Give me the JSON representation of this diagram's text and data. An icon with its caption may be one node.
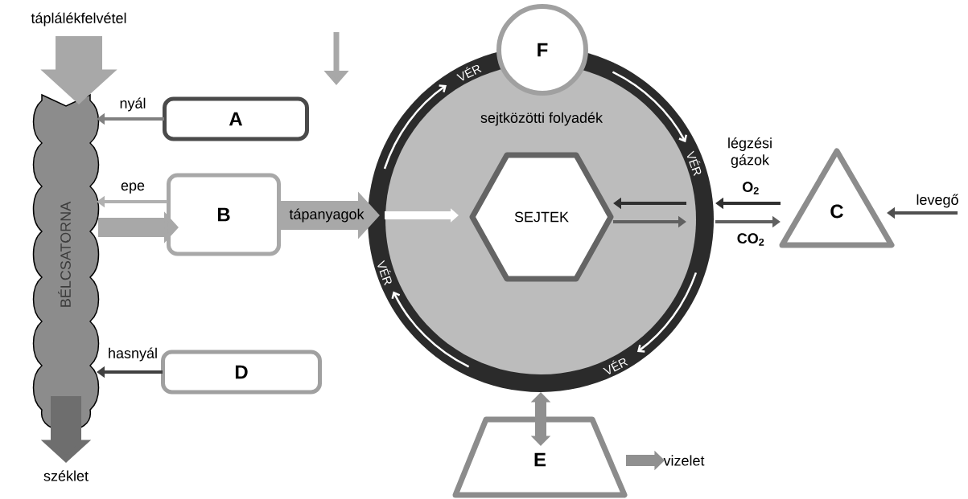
{
  "diagram": {
    "nodes": [
      {
        "text": [
          "BÉLCSATORNA"
        ]
      },
      {
        "text": [
          "A"
        ]
      },
      {
        "text": [
          "B"
        ]
      },
      {
        "text": [
          "D"
        ]
      },
      {
        "text": [
          "sejtközötti folyadék"
        ]
      },
      {
        "text": [
          "F"
        ]
      },
      {
        "text": [
          "SEJTEK"
        ],
        "in": 4
      },
      {
        "text": [
          "C"
        ]
      },
      {
        "text": [
          "E"
        ]
      },
      {
        "text": [
          "táplálékfelvétel"
        ]
      },
      {
        "text": [
          "széklet"
        ]
      },
      {
        "text": [
          "levegő"
        ]
      },
      {
        "text": [
          "vizelet"
        ]
      }
    ],
    "edges": [
      {
        "from": 9,
        "to": 0,
        "arrow": "to",
        "style": "thick",
        "color": "#a8a8a8"
      },
      {
        "from": 0,
        "to": 10,
        "arrow": "to",
        "style": "thick",
        "color": "#6e6e6e"
      },
      {
        "from": 1,
        "to": 0,
        "arrow": "to",
        "label": "nyál",
        "color": "#808080"
      },
      {
        "from": 2,
        "to": 0,
        "arrow": "to",
        "label": "epe",
        "color": "#b0b0b0"
      },
      {
        "from": 0,
        "to": 2,
        "arrow": "to",
        "style": "thick",
        "color": "#a8a8a8"
      },
      {
        "from": 2,
        "to": 4,
        "arrow": "to",
        "label": "tápanyagok",
        "style": "thick",
        "color": "#a8a8a8"
      },
      {
        "from": 3,
        "to": 0,
        "arrow": "to",
        "label": "hasnyál",
        "color": "#404040"
      },
      {
        "from": 4,
        "to": 6,
        "arrow": "to",
        "style": "thick",
        "color": "#ffffff"
      },
      {
        "from": 4,
        "to": 6,
        "arrow": "to",
        "color": "#303030"
      },
      {
        "from": 6,
        "to": 4,
        "arrow": "to",
        "color": "#606060"
      },
      {
        "from": 7,
        "to": 4,
        "arrow": "to",
        "label": "O$_{2}$",
        "color": "#303030"
      },
      {
        "from": 4,
        "to": 7,
        "arrow": "to",
        "label": "CO$_{2}$",
        "color": "#606060"
      },
      {
        "from": 11,
        "to": 7,
        "arrow": "to",
        "color": "#505050"
      },
      {
        "from": 4,
        "to": 8,
        "arrow": "both",
        "style": "thick",
        "color": "#909090"
      },
      {
        "from": 8,
        "to": 12,
        "arrow": "to",
        "style": "thick",
        "color": "#909090"
      }
    ],
    "labels": [
      "légzési gázok",
      "VÉR",
      "VÉR",
      "VÉR",
      "VÉR"
    ]
  }
}
